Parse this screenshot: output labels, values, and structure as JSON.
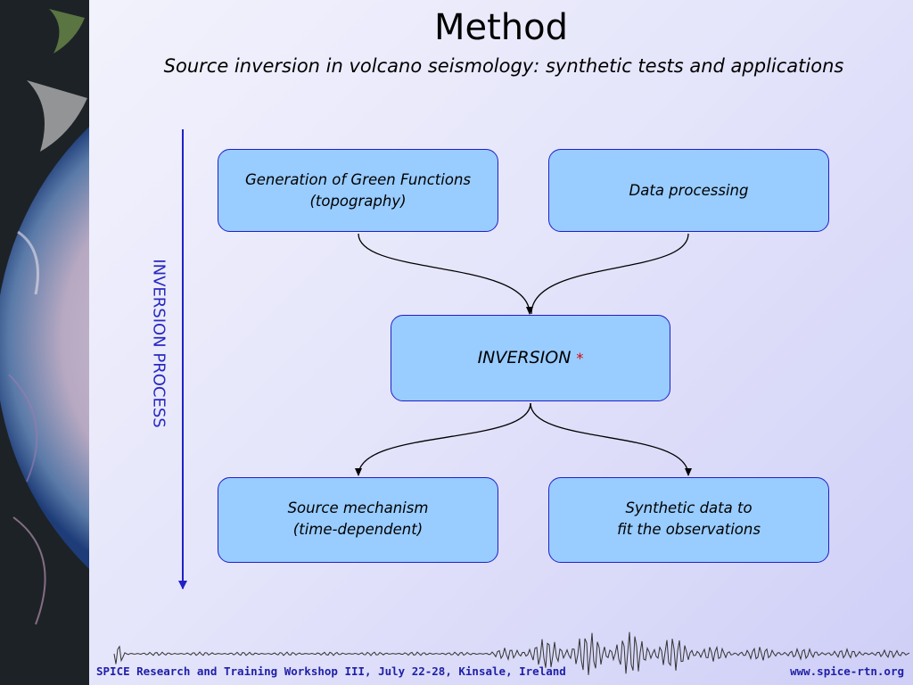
{
  "slide": {
    "title": "Method",
    "subtitle": "Source inversion in volcano seismology: synthetic tests and applications"
  },
  "diagram": {
    "side_label": "INVERSION PROCESS",
    "boxes": {
      "green_functions": "Generation of Green Functions\n(topography)",
      "data_processing": "Data processing",
      "inversion": "INVERSION",
      "inversion_marker": "*",
      "source_mechanism": "Source mechanism\n(time-dependent)",
      "synthetic_data": "Synthetic data to\nfit the observations"
    }
  },
  "footer": {
    "event": "SPICE Research and Training Workshop III, July 22-28, Kinsale, Ireland",
    "website": "www.spice-rtn.org"
  },
  "colors": {
    "box_fill": "#99ccff",
    "box_border": "#2020c8",
    "accent_text": "#2828c0",
    "marker": "#e00000"
  }
}
